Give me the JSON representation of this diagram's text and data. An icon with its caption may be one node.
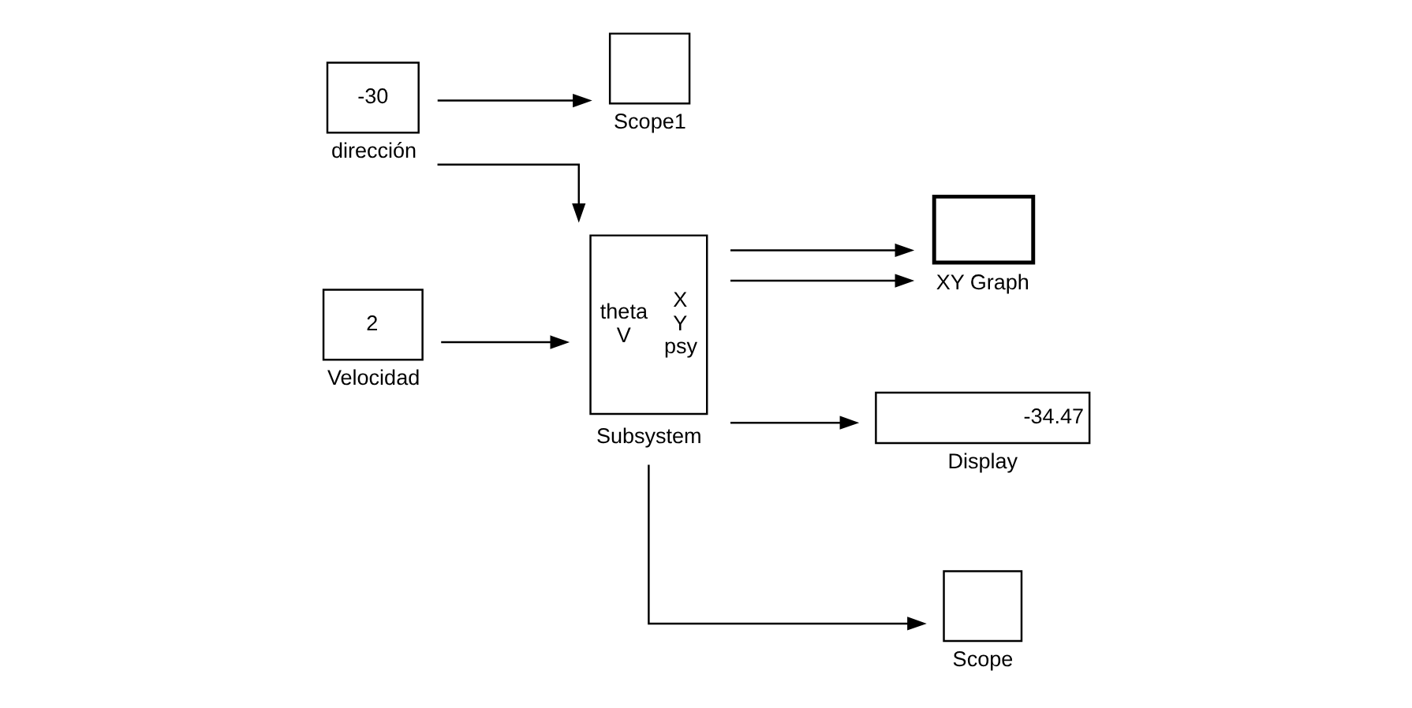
{
  "diagram": {
    "nodes": [
      {
        "text": [
          "-30"
        ],
        "beside": [
          "dirección"
        ]
      },
      {
        "text": [
          "2"
        ],
        "beside": [
          "Velocidad"
        ]
      },
      {
        "text": [],
        "shape": "box",
        "beside": [
          "Scope1"
        ]
      },
      {
        "text": [
          "theta",
          "V",
          "X",
          "Y",
          "psy"
        ],
        "beside": [
          "Subsystem"
        ]
      },
      {
        "text": [],
        "shape": "box",
        "beside": [
          "XY Graph"
        ]
      },
      {
        "text": [
          "-34.47"
        ],
        "beside": [
          "Display"
        ]
      },
      {
        "text": [],
        "shape": "box",
        "beside": [
          "Scope"
        ]
      }
    ],
    "edges": [
      {
        "from": 0,
        "to": 3,
        "arrow": "to"
      },
      {
        "from": 0,
        "to": 2,
        "arrow": "to"
      },
      {
        "from": 1,
        "to": 3,
        "arrow": "to"
      },
      {
        "from": 3,
        "to": 4,
        "arrow": "to"
      },
      {
        "from": 3,
        "to": 4,
        "arrow": "to"
      },
      {
        "from": 3,
        "to": 5,
        "arrow": "to"
      },
      {
        "from": 3,
        "to": 6,
        "arrow": "to"
      }
    ]
  }
}
